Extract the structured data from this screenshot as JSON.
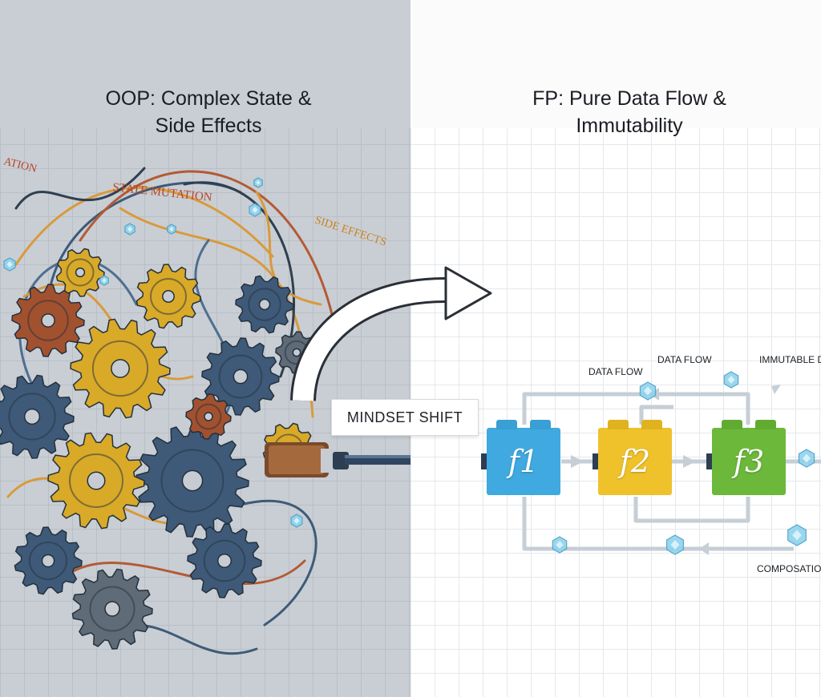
{
  "left_panel": {
    "title_lines": [
      "OOP: Complex State &",
      "Side Effects"
    ],
    "labels": {
      "state_mutation": "STATE MUTATION",
      "side_effects": "SIDE EFFECTS",
      "mutation_edge": "ATION"
    }
  },
  "right_panel": {
    "title_lines": [
      "FP: Pure Data Flow &",
      "Immutability"
    ],
    "labels": {
      "data_flow_1": "DATA FLOW",
      "data_flow_2": "DATA FLOW",
      "immutable": "IMMUTABLE D",
      "composition": "COMPOSATION"
    },
    "functions": [
      {
        "label": "f1",
        "color": "#3fa9e0"
      },
      {
        "label": "f2",
        "color": "#efc12a"
      },
      {
        "label": "f3",
        "color": "#6cb83a"
      }
    ]
  },
  "mindset_shift": "MINDSET SHIFT",
  "colors": {
    "left_background": "#c9ced4",
    "right_background": "#ffffff",
    "gear_blue": "#3e5a78",
    "gear_yellow": "#d9a928",
    "wire_orange": "#d99a3a",
    "ice_crystal": "#8fd3ee"
  }
}
